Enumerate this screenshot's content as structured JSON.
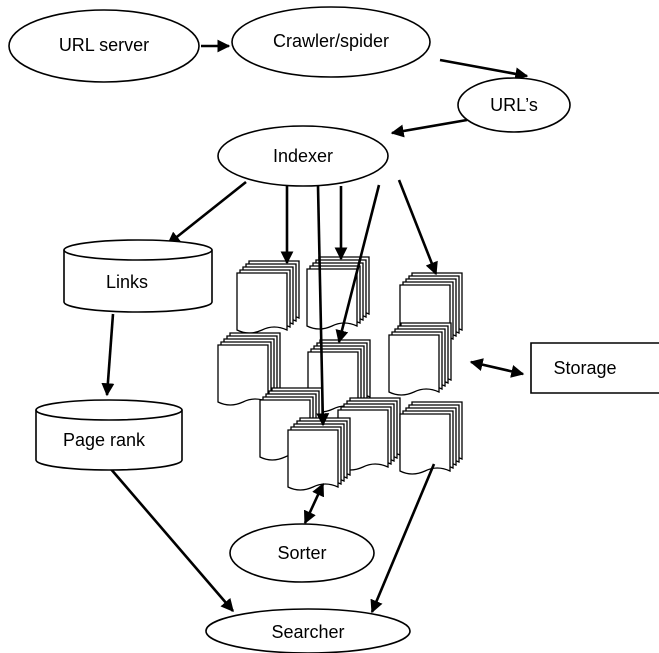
{
  "nodes": {
    "url_server": "URL server",
    "crawler": "Crawler/spider",
    "urls": "URL’s",
    "indexer": "Indexer",
    "links": "Links",
    "page_rank": "Page rank",
    "storage": "Storage",
    "sorter": "Sorter",
    "searcher": "Searcher"
  },
  "edges": [
    {
      "from": "URL server",
      "to": "Crawler/spider"
    },
    {
      "from": "Crawler/spider",
      "to": "URL’s"
    },
    {
      "from": "URL’s",
      "to": "Indexer"
    },
    {
      "from": "Indexer",
      "to": "Links"
    },
    {
      "from": "Indexer",
      "to": "Barrels"
    },
    {
      "from": "Links",
      "to": "Page rank"
    },
    {
      "from": "Barrels",
      "to": "Storage",
      "bidirectional": true
    },
    {
      "from": "Barrels",
      "to": "Sorter",
      "bidirectional": true
    },
    {
      "from": "Page rank",
      "to": "Searcher"
    },
    {
      "from": "Barrels",
      "to": "Searcher"
    }
  ]
}
